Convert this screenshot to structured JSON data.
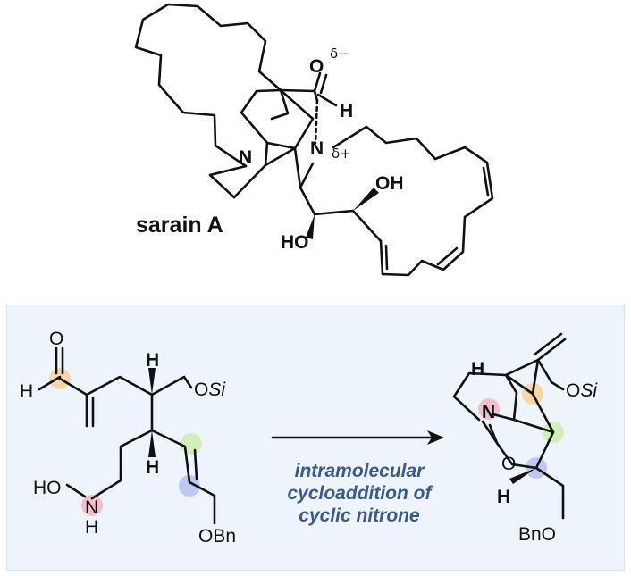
{
  "top_molecule": {
    "name": "sarain A",
    "atoms": {
      "n_left": "N",
      "n_right": "N",
      "o_carbonyl": "O",
      "h_aldehyde": "H",
      "oh_top": "OH",
      "ho_left": "HO"
    },
    "charges": {
      "delta_minus": "δ−",
      "delta_plus": "δ+"
    }
  },
  "reaction": {
    "caption_lines": [
      "intramolecular",
      "cycloaddition of",
      "cyclic nitrone"
    ],
    "reactant": {
      "o_aldehyde": "O",
      "h_aldehyde": "H",
      "h_top": "H",
      "h_bottom": "H",
      "osi_o": "O",
      "osi_si": "Si",
      "ho": "HO",
      "n": "N",
      "nh": "H",
      "obn": "OBn"
    },
    "product": {
      "h_top": "H",
      "n": "N",
      "o_ring": "O",
      "h_bottom": "H",
      "osi_o": "O",
      "osi_si": "Si",
      "bno": "BnO"
    }
  },
  "highlight_colors": {
    "orange": "#f6cf95",
    "green": "#cdeeb0",
    "blue": "#b9c3ef",
    "pink": "#f3b6c1"
  },
  "panel_background": "#eef4fb",
  "caption_color": "#3a5a8f"
}
